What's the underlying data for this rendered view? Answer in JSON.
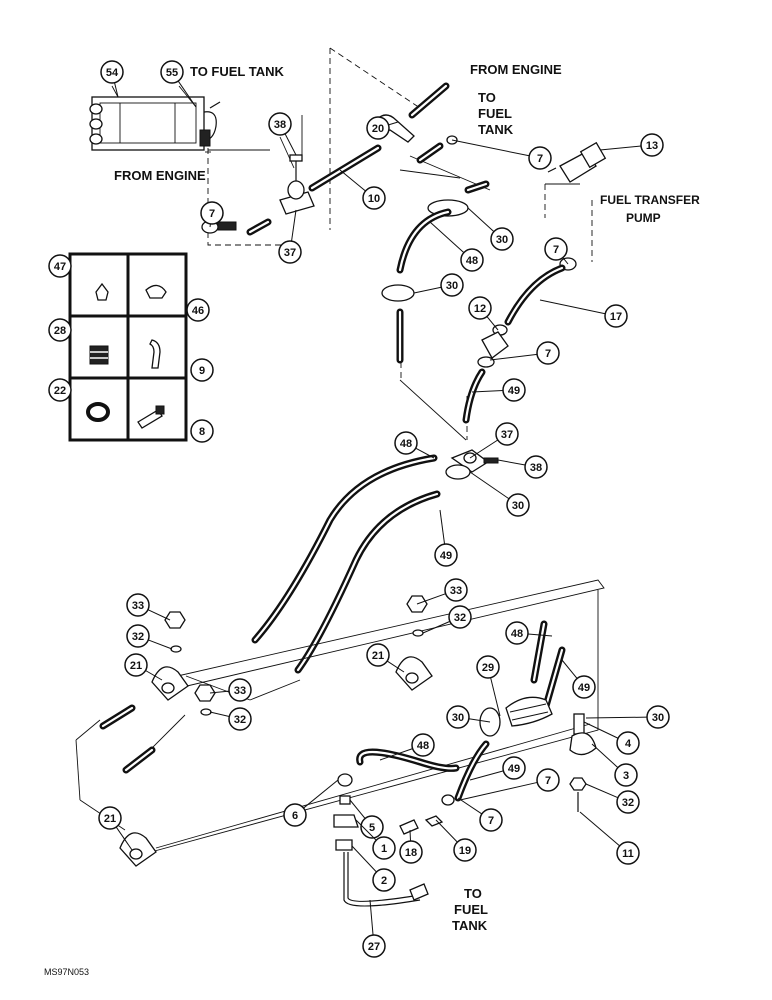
{
  "labels": {
    "to_fuel_tank_top": "TO FUEL TANK",
    "from_engine_left": "FROM ENGINE",
    "from_engine_top": "FROM ENGINE",
    "to_fuel_tank_mid": [
      "TO",
      "FUEL",
      "TANK"
    ],
    "fuel_transfer_pump": [
      "FUEL TRANSFER",
      "PUMP"
    ],
    "to_fuel_tank_bottom": [
      "TO",
      "FUEL",
      "TANK"
    ],
    "drawing_code": "MS97N053"
  },
  "callouts": [
    {
      "id": "c54",
      "text": "54"
    },
    {
      "id": "c55",
      "text": "55"
    },
    {
      "id": "c38a",
      "text": "38"
    },
    {
      "id": "c20",
      "text": "20"
    },
    {
      "id": "c7a",
      "text": "7"
    },
    {
      "id": "c13",
      "text": "13"
    },
    {
      "id": "c7b",
      "text": "7"
    },
    {
      "id": "c37a",
      "text": "37"
    },
    {
      "id": "c10",
      "text": "10"
    },
    {
      "id": "c30a",
      "text": "30"
    },
    {
      "id": "c48a",
      "text": "48"
    },
    {
      "id": "c7c",
      "text": "7"
    },
    {
      "id": "c17",
      "text": "17"
    },
    {
      "id": "c47",
      "text": "47"
    },
    {
      "id": "c46",
      "text": "46"
    },
    {
      "id": "c28",
      "text": "28"
    },
    {
      "id": "c9",
      "text": "9"
    },
    {
      "id": "c22",
      "text": "22"
    },
    {
      "id": "c8",
      "text": "8"
    },
    {
      "id": "c30b",
      "text": "30"
    },
    {
      "id": "c12",
      "text": "12"
    },
    {
      "id": "c7d",
      "text": "7"
    },
    {
      "id": "c49a",
      "text": "49"
    },
    {
      "id": "c48b",
      "text": "48"
    },
    {
      "id": "c37b",
      "text": "37"
    },
    {
      "id": "c38b",
      "text": "38"
    },
    {
      "id": "c30c",
      "text": "30"
    },
    {
      "id": "c49b",
      "text": "49"
    },
    {
      "id": "c33a",
      "text": "33"
    },
    {
      "id": "c32a",
      "text": "32"
    },
    {
      "id": "c33b",
      "text": "33"
    },
    {
      "id": "c32b",
      "text": "32"
    },
    {
      "id": "c21a",
      "text": "21"
    },
    {
      "id": "c21b",
      "text": "21"
    },
    {
      "id": "c33c",
      "text": "33"
    },
    {
      "id": "c32c",
      "text": "32"
    },
    {
      "id": "c48c",
      "text": "48"
    },
    {
      "id": "c49c",
      "text": "49"
    },
    {
      "id": "c29",
      "text": "29"
    },
    {
      "id": "c30d",
      "text": "30"
    },
    {
      "id": "c30e",
      "text": "30"
    },
    {
      "id": "c48d",
      "text": "48"
    },
    {
      "id": "c7e",
      "text": "7"
    },
    {
      "id": "c4",
      "text": "4"
    },
    {
      "id": "c3",
      "text": "3"
    },
    {
      "id": "c6",
      "text": "6"
    },
    {
      "id": "c5",
      "text": "5"
    },
    {
      "id": "c7f",
      "text": "7"
    },
    {
      "id": "c49d",
      "text": "49"
    },
    {
      "id": "c32d",
      "text": "32"
    },
    {
      "id": "c21c",
      "text": "21"
    },
    {
      "id": "c1",
      "text": "1"
    },
    {
      "id": "c18",
      "text": "18"
    },
    {
      "id": "c19",
      "text": "19"
    },
    {
      "id": "c11",
      "text": "11"
    },
    {
      "id": "c2",
      "text": "2"
    },
    {
      "id": "c27",
      "text": "27"
    }
  ]
}
